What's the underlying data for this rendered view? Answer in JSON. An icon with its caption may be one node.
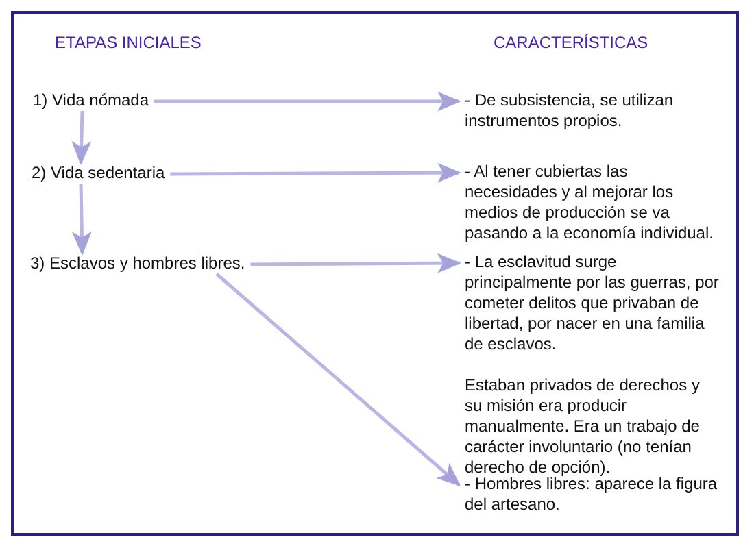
{
  "diagram": {
    "nodes": [
      {
        "text": [
          "1) Vida nómada"
        ]
      },
      {
        "text": [
          "2) Vida sedentaria"
        ]
      },
      {
        "text": [
          "3) Esclavos y hombres libres."
        ]
      },
      {
        "text": [
          "- De subsistencia, se utilizan instrumentos propios."
        ]
      },
      {
        "text": [
          "- Al tener cubiertas las necesidades y al mejorar los medios de producción se va pasando a la economía individual."
        ]
      },
      {
        "text": [
          "- La esclavitud surge principalmente por las guerras, por cometer delitos que privaban de libertad, por nacer en una familia de esclavos.",
          "Estaban privados de derechos y su misión era producir manualmente. Era un trabajo de carácter involuntario (no tenían derecho de opción)."
        ]
      },
      {
        "text": [
          "- Hombres libres: aparece la figura del artesano."
        ]
      }
    ],
    "edges": [
      {
        "from": 0,
        "to": 3,
        "arrow": "to"
      },
      {
        "from": 0,
        "to": 1,
        "arrow": "to"
      },
      {
        "from": 1,
        "to": 4,
        "arrow": "to"
      },
      {
        "from": 1,
        "to": 2,
        "arrow": "to"
      },
      {
        "from": 2,
        "to": 5,
        "arrow": "to"
      },
      {
        "from": 2,
        "to": 6,
        "arrow": "to"
      }
    ],
    "labels": [
      "ETAPAS INICIALES",
      "CARACTERÍSTICAS"
    ]
  }
}
